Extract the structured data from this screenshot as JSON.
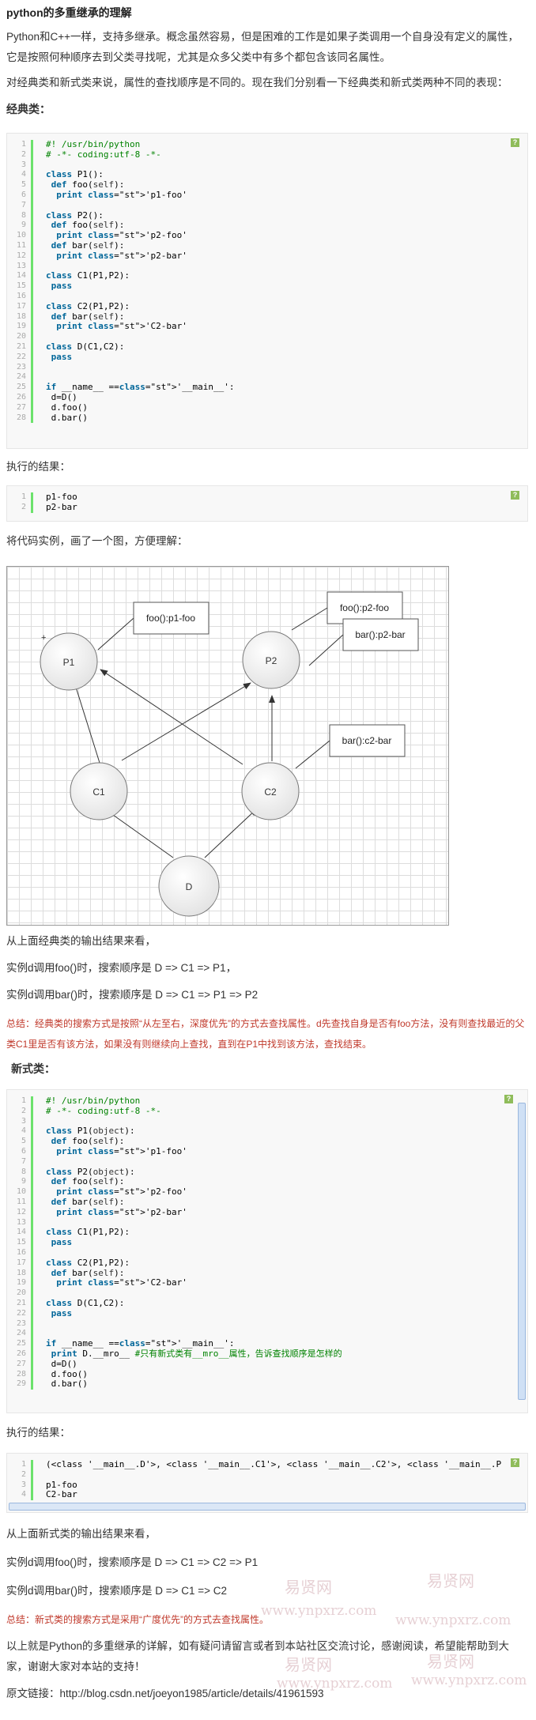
{
  "article": {
    "title": "python的多重继承的理解",
    "intro_1": "Python和C++一样，支持多继承。概念虽然容易，但是困难的工作是如果子类调用一个自身没有定义的属性，它是按照何种顺序去到父类寻找呢，尤其是众多父类中有多个都包含该同名属性。",
    "intro_2": "对经典类和新式类来说，属性的查找顺序是不同的。现在我们分别看一下经典类和新式类两种不同的表现：",
    "classic_heading": "经典类：",
    "run_result_1": "执行的结果：",
    "diagram_caption": "将代码实例，画了一个图，方便理解：",
    "classic_analysis": "从上面经典类的输出结果来看，",
    "classic_foo": "实例d调用foo()时，搜索顺序是 D => C1 => P1，",
    "classic_bar": "实例d调用bar()时，搜索顺序是 D => C1 => P1 => P2",
    "classic_summary": "总结：经典类的搜索方式是按照“从左至右，深度优先”的方式去查找属性。d先查找自身是否有foo方法，没有则查找最近的父类C1里是否有该方法，如果没有则继续向上查找，直到在P1中找到该方法，查找结束。",
    "new_heading": "新式类：",
    "run_result_2": "执行的结果：",
    "new_analysis": "从上面新式类的输出结果来看，",
    "new_foo": "实例d调用foo()时，搜索顺序是 D => C1 => C2 => P1",
    "new_bar": "实例d调用bar()时，搜索顺序是 D => C1 => C2",
    "new_summary": "总结：新式类的搜索方式是采用“广度优先”的方式去查找属性。",
    "closing": "以上就是Python的多重继承的详解，如有疑问请留言或者到本站社区交流讨论，感谢阅读，希望能帮助到大家，谢谢大家对本站的支持！",
    "source_label": "原文链接：",
    "source_url": "http://blog.csdn.net/joeyon1985/article/details/41961593"
  },
  "code_classic": [
    "#! /usr/bin/python",
    "# -*- coding:utf-8 -*-",
    "",
    "class P1():",
    " def foo(self):",
    "  print 'p1-foo'",
    "",
    "class P2():",
    " def foo(self):",
    "  print 'p2-foo'",
    " def bar(self):",
    "  print 'p2-bar'",
    "",
    "class C1(P1,P2):",
    " pass",
    "",
    "class C2(P1,P2):",
    " def bar(self):",
    "  print 'C2-bar'",
    "",
    "class D(C1,C2):",
    " pass",
    "",
    "",
    "if __name__ =='__main__':",
    " d=D()",
    " d.foo()",
    " d.bar()"
  ],
  "output_classic": [
    "p1-foo",
    "p2-bar"
  ],
  "code_new": [
    "#! /usr/bin/python",
    "# -*- coding:utf-8 -*-",
    "",
    "class P1(object):",
    " def foo(self):",
    "  print 'p1-foo'",
    "",
    "class P2(object):",
    " def foo(self):",
    "  print 'p2-foo'",
    " def bar(self):",
    "  print 'p2-bar'",
    "",
    "class C1(P1,P2):",
    " pass",
    "",
    "class C2(P1,P2):",
    " def bar(self):",
    "  print 'C2-bar'",
    "",
    "class D(C1,C2):",
    " pass",
    "",
    "",
    "if __name__ =='__main__':",
    " print D.__mro__ #只有新式类有__mro__属性，告诉查找顺序是怎样的",
    " d=D()",
    " d.foo()",
    " d.bar()"
  ],
  "output_new": [
    "(<class '__main__.D'>, <class '__main__.C1'>, <class '__main__.C2'>, <class '__main__.P",
    "",
    "p1-foo",
    "C2-bar"
  ],
  "help_icon_text": "?",
  "diagram": {
    "nodes": {
      "p1": "P1",
      "p2": "P2",
      "c1": "C1",
      "c2": "C2",
      "d": "D"
    },
    "notes": {
      "p1_foo": "foo():p1-foo",
      "p2_foo": "foo():p2-foo",
      "p2_bar": "bar():p2-bar",
      "c2_bar": "bar():c2-bar"
    }
  },
  "watermark": {
    "cn": "易贤网",
    "url": "www.ynpxrz.com"
  }
}
